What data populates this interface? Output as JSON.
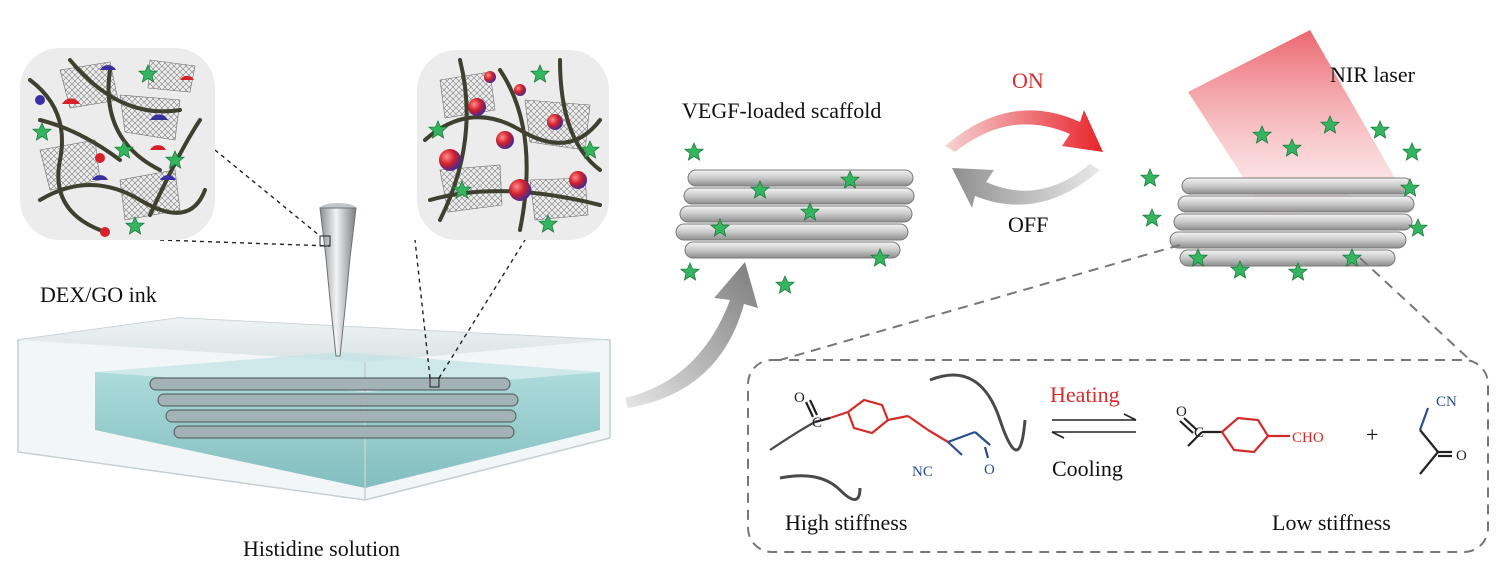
{
  "labels": {
    "dex_go_ink": "DEX/GO ink",
    "histidine_solution": "Histidine solution",
    "vegf_scaffold": "VEGF-loaded scaffold",
    "on": "ON",
    "off": "OFF",
    "nir_laser": "NIR laser",
    "heating": "Heating",
    "cooling": "Cooling",
    "high_stiffness": "High stiffness",
    "low_stiffness": "Low stiffness"
  },
  "chemistry": {
    "left_o": "O",
    "left_c": "C",
    "left_nc": "NC",
    "left_o2": "O",
    "right_o": "O",
    "right_c": "C",
    "cho": "CHO",
    "plus": "+",
    "cn": "CN",
    "right_o2": "O"
  },
  "colors": {
    "red_text": "#d62d2d",
    "chem_red": "#d32a2a",
    "chem_blue": "#2a4d8f",
    "star_green": "#2fae5c",
    "solution_teal": "#7fc4c4"
  }
}
